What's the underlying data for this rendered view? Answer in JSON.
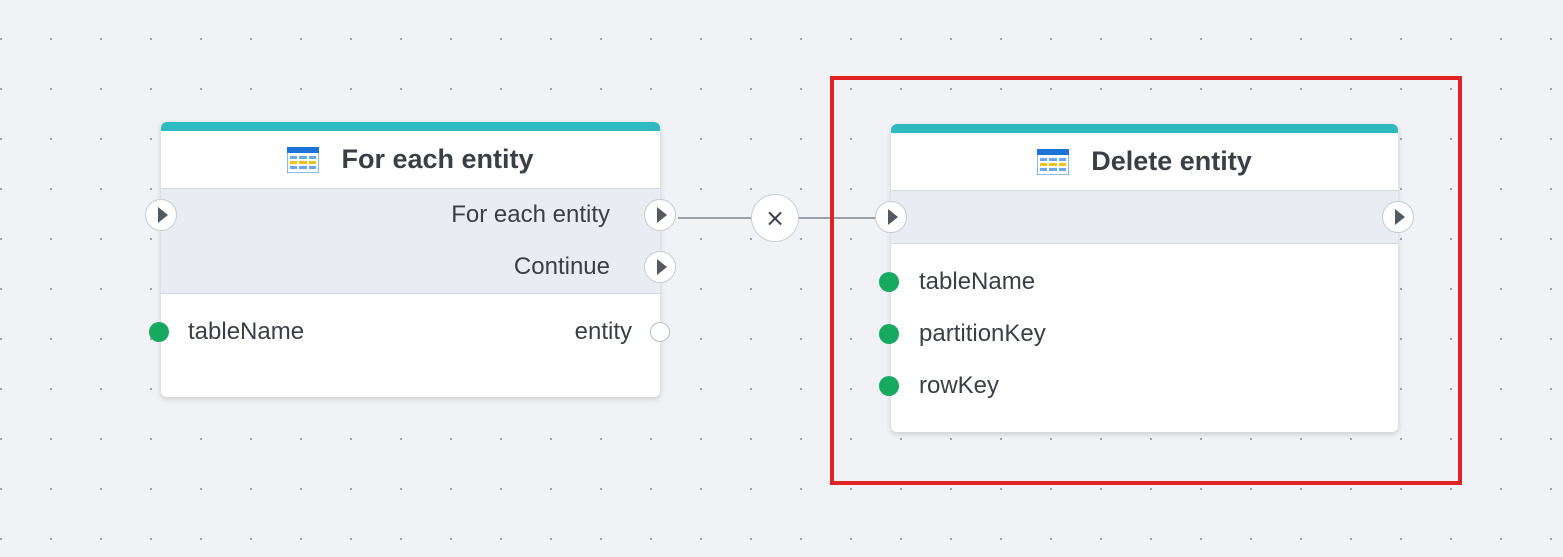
{
  "nodes": {
    "for_each": {
      "title": "For each entity",
      "icon": "table-icon",
      "outcomes": [
        "For each entity",
        "Continue"
      ],
      "inputs": [
        "tableName"
      ],
      "outputs": [
        "entity"
      ]
    },
    "delete": {
      "title": "Delete entity",
      "icon": "table-icon",
      "inputs": [
        "tableName",
        "partitionKey",
        "rowKey"
      ]
    }
  },
  "connector": {
    "remove_glyph": "×"
  },
  "colors": {
    "accent": "#2fbac0",
    "input_dot": "#16a95f",
    "highlight": "#e02426",
    "flow_bg": "#e9edf2",
    "canvas": "#f1f2f6"
  }
}
